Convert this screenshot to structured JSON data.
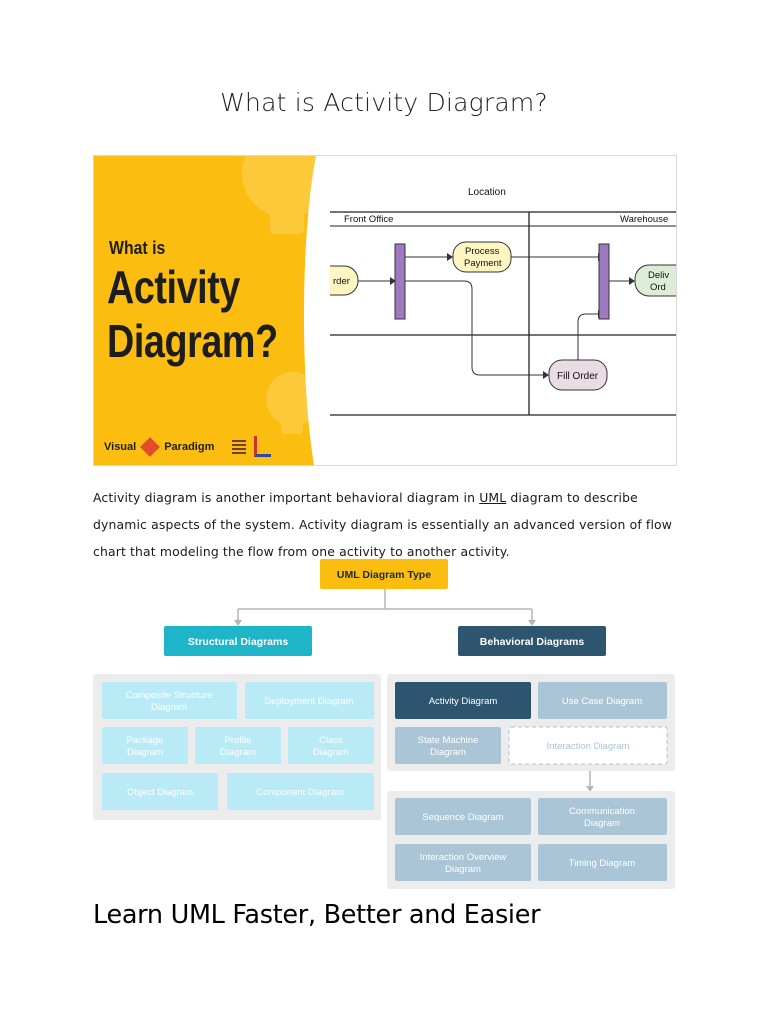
{
  "title": "What is Activity Diagram?",
  "banner": {
    "what_is": "What is",
    "activity": "Activity",
    "diagram": "Diagram?",
    "brand_left": "Visual",
    "brand_right": "Paradigm",
    "location_label": "Location",
    "front_office": "Front Office",
    "warehouse": "Warehouse",
    "order_partial": "rder",
    "process_payment_1": "Process",
    "process_payment_2": "Payment",
    "fill_order": "Fill Order",
    "deliver_1": "Deliv",
    "deliver_2": "Ord",
    "colors": {
      "yellow": "#fbbd0f",
      "bar": "#a07ac1",
      "node_yellow": "#fdf6c2",
      "node_pink": "#eadce4",
      "node_green": "#dcecd6"
    }
  },
  "body_text": {
    "line1_before": "Activity diagram is another important behavioral diagram in ",
    "uml_link": "UML",
    "line1_after": " diagram to describe",
    "line2": "dynamic aspects of the system. Activity diagram is essentially an advanced version of flow",
    "line3": "chart that modeling the flow from one activity to another activity."
  },
  "uml_types": {
    "root": "UML Diagram Type",
    "structural": "Structural Diagrams",
    "behavioral": "Behavioral Diagrams",
    "structural_items": {
      "composite_1": "Composite Structure",
      "composite_2": "Diagram",
      "deployment": "Deployment Diagram",
      "package_1": "Package",
      "package_2": "Diagram",
      "profile_1": "Profile",
      "profile_2": "Diagram",
      "class_1": "Class",
      "class_2": "Diagram",
      "object": "Object Diagram",
      "component": "Component Diagram"
    },
    "behavioral_items": {
      "activity": "Activity Diagram",
      "use_case": "Use Case Diagram",
      "state_1": "State Machine",
      "state_2": "Diagram",
      "interaction": "Interaction Diagram"
    },
    "interaction_items": {
      "sequence": "Sequence Diagram",
      "communication_1": "Communication",
      "communication_2": "Diagram",
      "overview_1": "Interaction Overview",
      "overview_2": "Diagram",
      "timing": "Timing Diagram"
    },
    "colors": {
      "root": "#fbbd0f",
      "structural": "#1fb5c8",
      "behavioral": "#2e5570",
      "structural_item": "#b8ebf6",
      "behavioral_item": "#aac5d6",
      "activity_highlight": "#2e5570",
      "panel": "#ececec"
    }
  },
  "learn_heading": "Learn UML Faster, Better and Easier"
}
